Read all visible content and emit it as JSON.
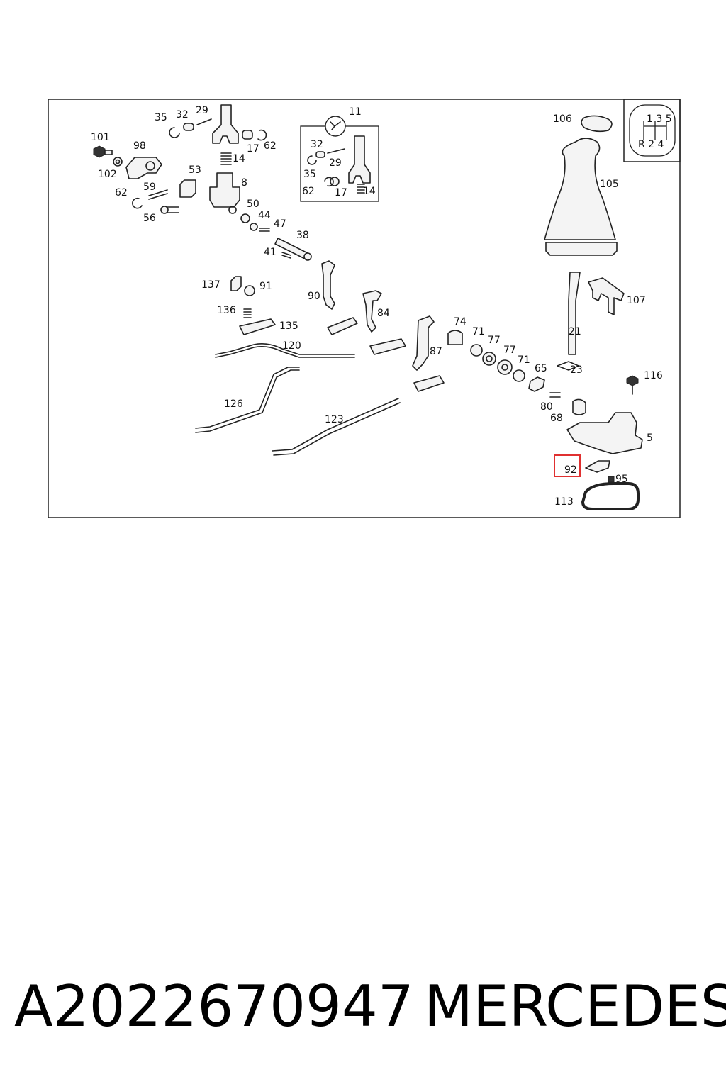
{
  "labels": {
    "p11": "11",
    "p101": "101",
    "p98": "98",
    "p102": "102",
    "p35": "35",
    "p32": "32",
    "p29": "29",
    "p17": "17",
    "p62": "62",
    "p14": "14",
    "p53": "53",
    "p8": "8",
    "p59": "59",
    "p62b": "62",
    "p56": "56",
    "p50": "50",
    "p44": "44",
    "p47": "47",
    "p38": "38",
    "p41": "41",
    "i32": "32",
    "i29": "29",
    "i35": "35",
    "i62": "62",
    "i17": "17",
    "i14": "14",
    "p106": "106",
    "p105": "105",
    "p107": "107",
    "p21": "21",
    "p23": "23",
    "p116": "116",
    "p137": "137",
    "p91": "91",
    "p136": "136",
    "p135": "135",
    "p90": "90",
    "p84": "84",
    "p74": "74",
    "p71": "71",
    "p77": "77",
    "p77b": "77",
    "p71b": "71",
    "p65": "65",
    "p87": "87",
    "p120": "120",
    "p126": "126",
    "p123": "123",
    "p80": "80",
    "p68": "68",
    "p5": "5",
    "p92": "92",
    "p95": "95",
    "p113": "113"
  },
  "gear_pattern": {
    "top": "1 3 5",
    "bottom": "R 2 4"
  },
  "highlight": {
    "label": "92",
    "color": "#e03030"
  },
  "footer": {
    "part_number": "A2022670947",
    "brand": "MERCEDES"
  }
}
